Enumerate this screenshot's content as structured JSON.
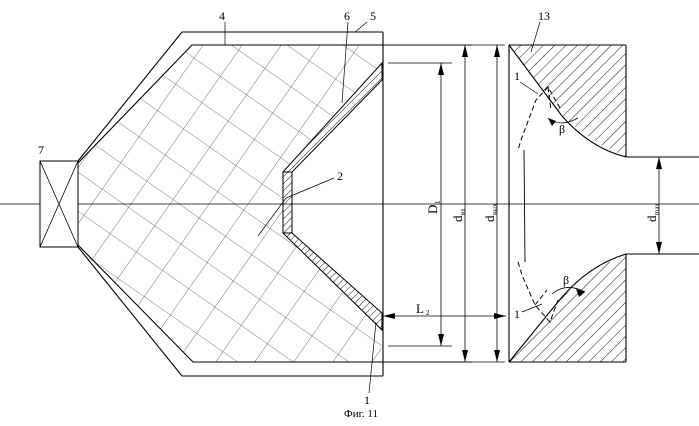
{
  "figure": {
    "caption": "Фиг. 11",
    "callouts": {
      "n1_bottom": "1",
      "n2": "2",
      "n4": "4",
      "n5": "5",
      "n6": "6",
      "n7": "7",
      "n13": "13",
      "n1_upper_right": "1",
      "n1_lower_right": "1"
    },
    "angle_symbol_top": "β",
    "angle_symbol_bottom": "β",
    "dimensions": {
      "L": "L",
      "L_sub": "2",
      "D": "D",
      "D_sub": "1",
      "d_in": "d",
      "d_in_sub": "вх",
      "d_ex": "d",
      "d_ex_sub": "вых",
      "d_max": "d",
      "d_max_sub": "max"
    }
  }
}
